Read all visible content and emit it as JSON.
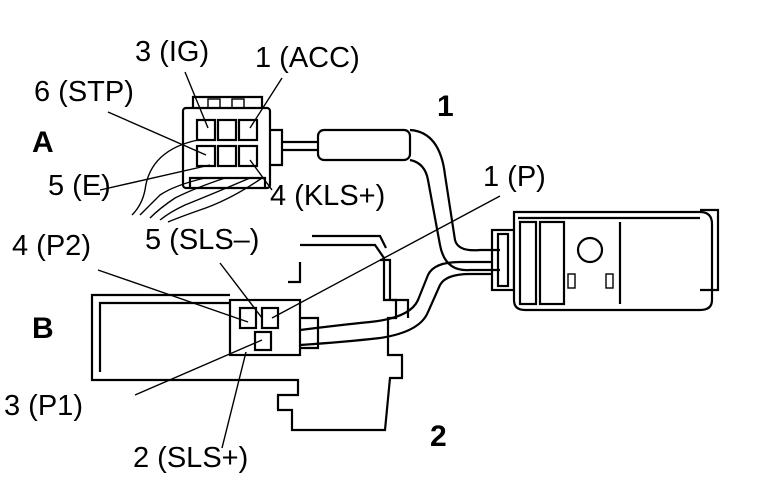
{
  "section_a": {
    "letter": "A",
    "pins": {
      "ig": "3 (IG)",
      "acc": "1 (ACC)",
      "stp": "6 (STP)",
      "e": "5 (E)",
      "kls": "4 (KLS+)"
    }
  },
  "section_b": {
    "letter": "B",
    "pins": {
      "p": "1 (P)",
      "p2": "4 (P2)",
      "sls_minus": "5 (SLS–)",
      "p1": "3 (P1)",
      "sls_plus": "2 (SLS+)"
    }
  },
  "callouts": {
    "one": "1",
    "two": "2"
  }
}
